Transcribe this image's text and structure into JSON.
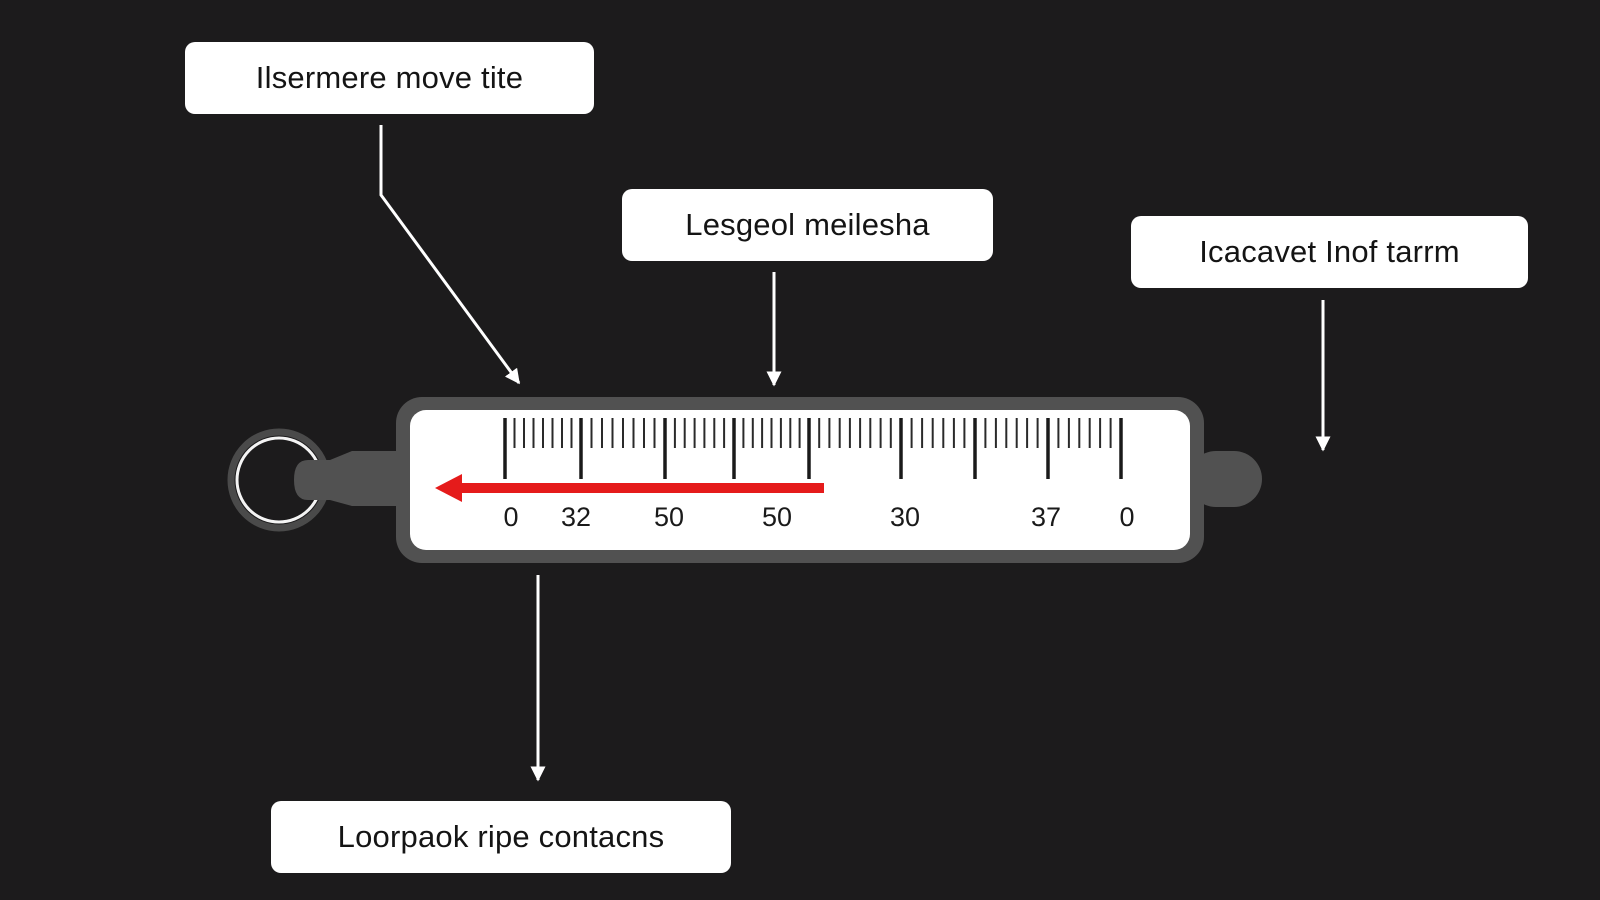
{
  "callouts": [
    {
      "label": "Ilsermere move tite"
    },
    {
      "label": "Lesgeol meilesha"
    },
    {
      "label": "Icacavet Inof tarrm"
    },
    {
      "label": "Loorpaok ripe contacns"
    }
  ],
  "gauge": {
    "scale_labels": [
      "0",
      "32",
      "50",
      "50",
      "30",
      "37",
      "0"
    ],
    "indicator_icon": "arrow-left-icon",
    "ring_icon": "ring-icon"
  },
  "colors": {
    "background": "#1c1b1c",
    "callout_fill": "#ffffff",
    "gauge_body": "#515151",
    "gauge_face": "#ffffff",
    "indicator": "#e51b1b",
    "connector": "#ffffff"
  }
}
